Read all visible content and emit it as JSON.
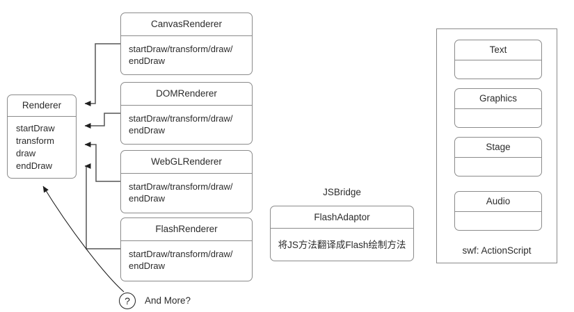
{
  "diagram": {
    "abstract_class": {
      "name": "Renderer",
      "methods": "startDraw\ntransform\ndraw\nendDraw"
    },
    "implementations": [
      {
        "name": "CanvasRenderer",
        "methods": "startDraw/transform/draw/\nendDraw"
      },
      {
        "name": "DOMRenderer",
        "methods": "startDraw/transform/draw/\nendDraw"
      },
      {
        "name": "WebGLRenderer",
        "methods": "startDraw/transform/draw/\nendDraw"
      },
      {
        "name": "FlashRenderer",
        "methods": "startDraw/transform/draw/\nendDraw"
      }
    ],
    "bridge": {
      "group_label": "JSBridge",
      "adaptor_name": "FlashAdaptor",
      "adaptor_description": "将JS方法翻译成Flash绘制方法"
    },
    "swf_panel": {
      "caption": "swf: ActionScript",
      "items": [
        {
          "name": "Text"
        },
        {
          "name": "Graphics"
        },
        {
          "name": "Stage"
        },
        {
          "name": "Audio"
        }
      ]
    },
    "extension_note": {
      "badge": "?",
      "label": "And More?"
    },
    "colors": {
      "box_border": "#8a8a8a",
      "connector": "#555555",
      "text": "#2b2b2b",
      "badge_outline": "#1e1e1e",
      "background": "#ffffff"
    }
  }
}
